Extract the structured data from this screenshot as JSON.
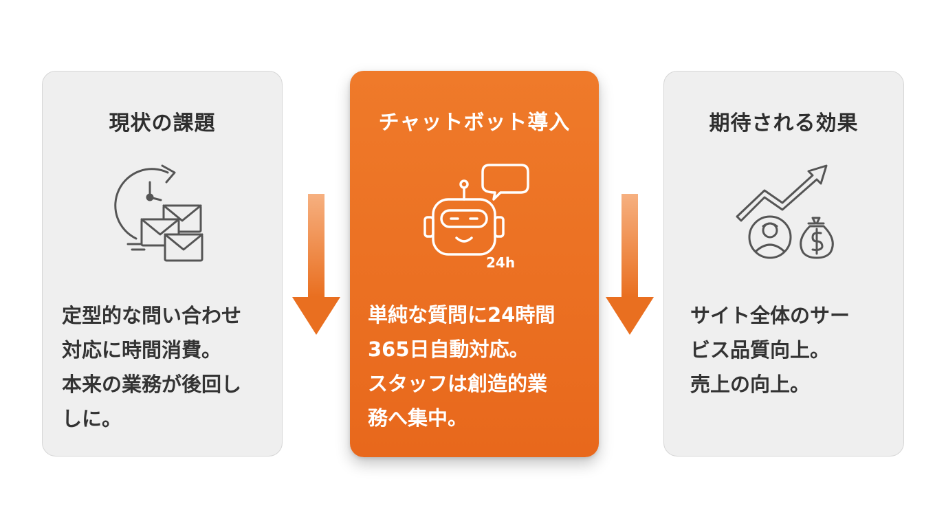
{
  "cards": [
    {
      "title": "現状の課題",
      "icon": "clock-mail-icon",
      "body": [
        "定型的な問い合わせ",
        "対応に時間消費。",
        "本来の業務が後回し",
        "しに。"
      ]
    },
    {
      "title": "チャットボット導入",
      "icon": "robot-24h-icon",
      "badge": "24h",
      "body": [
        "単純な質問に24時間",
        "365日自動対応。",
        "スタッフは創造的業",
        "務へ集中。"
      ]
    },
    {
      "title": "期待される効果",
      "icon": "growth-icon",
      "body": [
        "サイト全体のサー",
        "ビス品質向上。",
        "売上の向上。"
      ]
    }
  ],
  "colors": {
    "accent": "#e96f20",
    "card_gray": "#efefef",
    "text_dark": "#2e2e2e",
    "icon_gray": "#555555"
  }
}
